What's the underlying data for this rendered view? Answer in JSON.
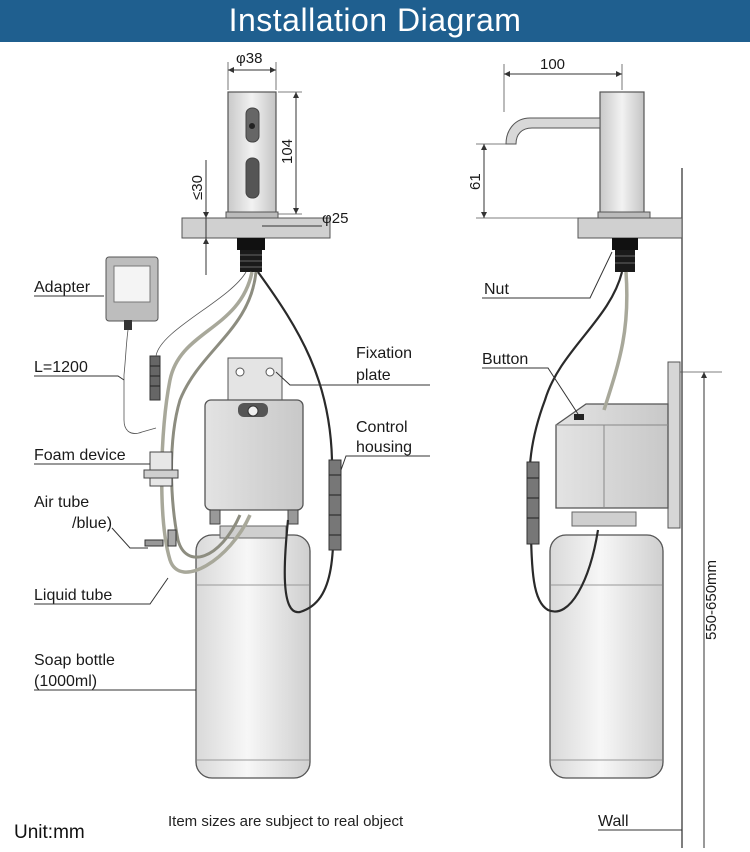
{
  "title": "Installation Diagram",
  "dimensions": {
    "faucet_diameter": "φ38",
    "faucet_height": "104",
    "deck_thickness": "≤30",
    "hole_diameter": "φ25",
    "spout_reach": "100",
    "spout_height": "61",
    "mount_height": "550-650mm"
  },
  "labels": {
    "adapter": "Adapter",
    "cable_length": "L=1200",
    "foam_device": "Foam device",
    "air_tube_1": "Air tube",
    "air_tube_2": "/blue)",
    "liquid_tube": "Liquid tube",
    "soap_bottle_1": "Soap bottle",
    "soap_bottle_2": "(1000ml)",
    "fixation_plate_1": "Fixation",
    "fixation_plate_2": "plate",
    "control_housing_1": "Control",
    "control_housing_2": "housing",
    "nut": "Nut",
    "button": "Button",
    "wall": "Wall"
  },
  "footer": {
    "note": "Item sizes are subject to real object",
    "unit": "Unit:mm"
  },
  "colors": {
    "banner": "#1f5f8f",
    "banner_text": "#ffffff",
    "tube": "#a8a89a"
  }
}
